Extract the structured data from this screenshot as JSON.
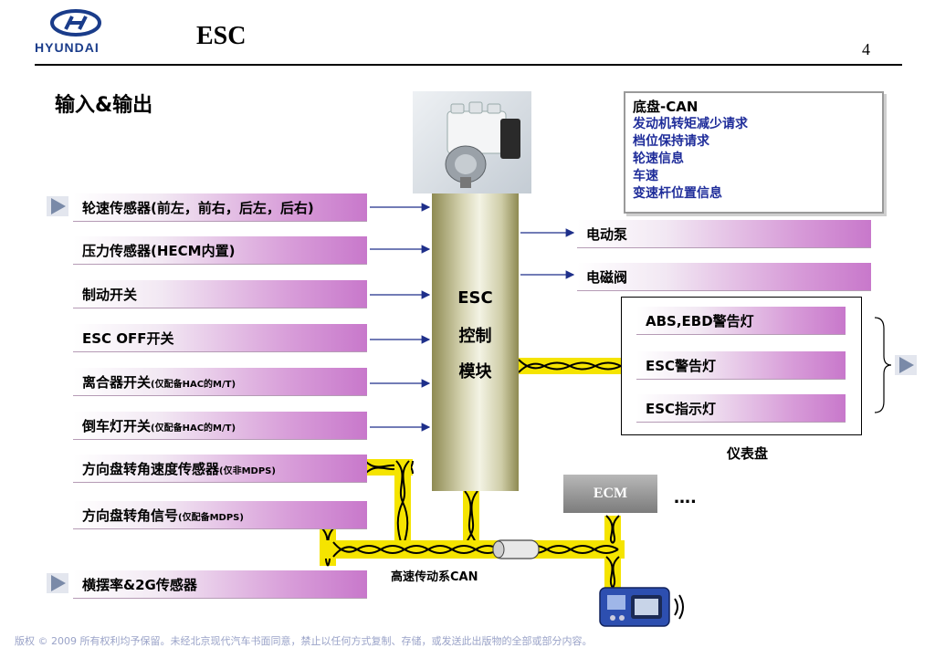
{
  "header": {
    "logo_text": "HYUNDAI",
    "title": "ESC",
    "page_number": "4"
  },
  "subtitle": "输入&输出",
  "inputs": [
    {
      "label": "轮速传感器(前左，前右，后左，后右)",
      "note": ""
    },
    {
      "label": "压力传感器(HECM内置)",
      "note": ""
    },
    {
      "label": "制动开关",
      "note": ""
    },
    {
      "label": "ESC OFF开关",
      "note": ""
    },
    {
      "label": "离合器开关",
      "note": "(仅配备HAC的M/T)"
    },
    {
      "label": "倒车灯开关",
      "note": "(仅配备HAC的M/T)"
    },
    {
      "label": "方向盘转角速度传感器",
      "note": "(仅非MDPS)"
    },
    {
      "label": "方向盘转角信号",
      "note": "(仅配备MDPS)"
    },
    {
      "label": "横摆率&2G传感器",
      "note": ""
    }
  ],
  "ecu": {
    "line1": "ESC",
    "line2": "控制",
    "line3": "模块"
  },
  "outputs": [
    {
      "label": "电动泵"
    },
    {
      "label": "电磁阀"
    }
  ],
  "can_box": {
    "title": "底盘-CAN",
    "items": [
      "发动机转矩减少请求",
      "档位保持请求",
      "轮速信息",
      "车速",
      "变速杆位置信息"
    ]
  },
  "cluster": {
    "lamps": [
      "ABS,EBD警告灯",
      "ESC警告灯",
      "ESC指示灯"
    ],
    "label": "仪表盘"
  },
  "ecm": {
    "label": "ECM",
    "dots": "…."
  },
  "can_label": "高速传动系CAN",
  "footer": "版权 © 2009 所有权利均予保留。未经北京现代汽车书面同意，禁止以任何方式复制、存储，或发送此出版物的全部或部分内容。",
  "colors": {
    "bar_accent": "#c878cb",
    "can_text": "#1f2d9a",
    "twisted_pair": "#f5e400",
    "arrow": "#1e2f8a"
  }
}
